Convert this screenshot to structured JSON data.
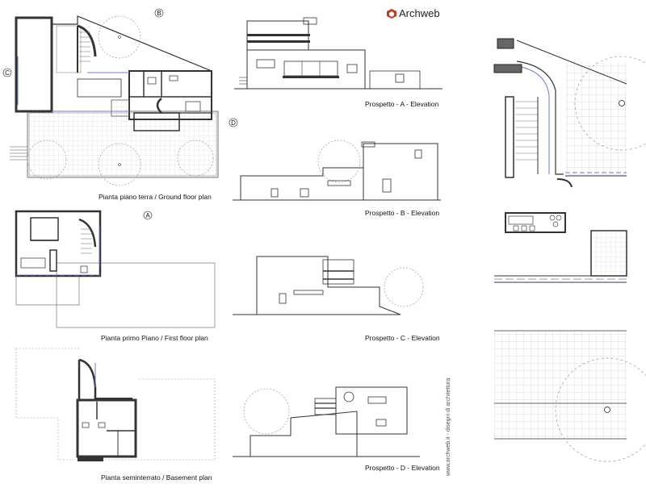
{
  "logo": {
    "text": "Archweb"
  },
  "watermark": "www.archweb.it - disegni di architettura",
  "captions": {
    "ground": "Pianta piano terra / Ground floor plan",
    "first": "Pianta primo Piano / First floor plan",
    "basement": "Pianta seminterrato / Basement plan",
    "elev_a": "Prospetto - A - Elevation",
    "elev_b": "Prospetto - B - Elevation",
    "elev_c": "Prospetto - C - Elevation",
    "elev_d": "Prospetto - D - Elevation"
  },
  "markers": {
    "a": "A",
    "b": "B",
    "c": "C",
    "d": "D"
  },
  "colors": {
    "wall": "#333333",
    "window": "#6a78d8",
    "line": "#666666",
    "logo_red": "#c0392b"
  }
}
